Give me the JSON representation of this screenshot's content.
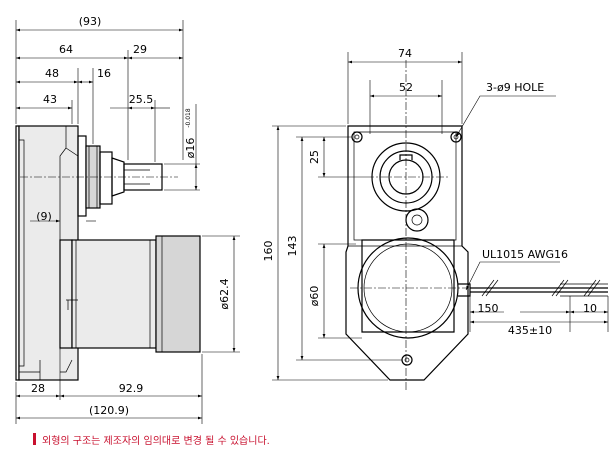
{
  "side_view": {
    "dim_overall": "(93)",
    "dim_64": "64",
    "dim_29": "29",
    "dim_48": "48",
    "dim_16": "16",
    "dim_43": "43",
    "dim_25_5": "25.5",
    "dim_shaft_dia": "ø16",
    "dim_shaft_tol": "-0.018",
    "dim_9": "(9)",
    "dim_motor_dia": "ø62.4",
    "dim_28": "28",
    "dim_92_9": "92.9",
    "dim_120_9": "(120.9)"
  },
  "front_view": {
    "dim_74": "74",
    "dim_52": "52",
    "hole_note": "3-ø9 HOLE",
    "dim_160": "160",
    "dim_143": "143",
    "dim_25": "25",
    "dim_motor_dia": "ø60",
    "cable_spec": "UL1015 AWG16",
    "dim_150": "150",
    "dim_435": "435±10",
    "dim_10": "10"
  },
  "note": {
    "text": "외형의 구조는 제조자의 임의대로 변경 될 수 있습니다."
  },
  "colors": {
    "note": "#c8102e"
  }
}
